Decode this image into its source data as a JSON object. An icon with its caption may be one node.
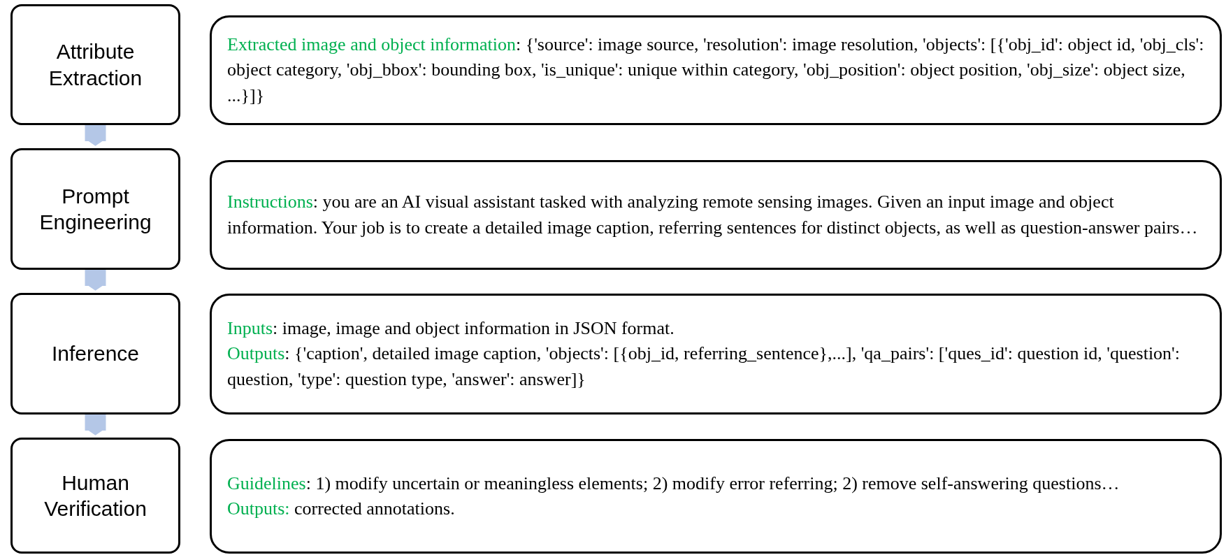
{
  "diagram": {
    "nodes": [
      {
        "text": [
          "Attribute Extraction"
        ]
      },
      {
        "text": [
          "Extracted image and object information",
          ": {'source': image source, 'resolution': image resolution, 'objects': [{'obj_id': object id, 'obj_cls': object category, 'obj_bbox': bounding box, 'is_unique': unique within category, 'obj_position': object position, 'obj_size': object size, ...}]}"
        ]
      },
      {
        "text": [
          "Prompt Engineering"
        ]
      },
      {
        "text": [
          "Instructions",
          ": you are an AI visual assistant tasked with analyzing remote sensing images. Given an input image and object information. Your job is to create a detailed image caption, referring sentences for distinct objects, as well as question-answer pairs…"
        ]
      },
      {
        "text": [
          "Inference"
        ]
      },
      {
        "text": [
          "Inputs",
          ": image, image and object information in JSON format.",
          "Outputs",
          ": {'caption', detailed image caption, 'objects': [{obj_id, referring_sentence},...], 'qa_pairs': ['ques_id': question id, 'question': question, 'type': question type, 'answer': answer]}"
        ]
      },
      {
        "text": [
          "Human Verification"
        ]
      },
      {
        "text": [
          "Guidelines",
          ": 1) modify uncertain or meaningless elements; 2) modify error referring; 2) remove self-answering questions…",
          "Outputs:",
          " corrected annotations."
        ]
      }
    ],
    "edges": [
      {
        "from": 0,
        "to": 2,
        "arrow": "to"
      },
      {
        "from": 2,
        "to": 4,
        "arrow": "to"
      },
      {
        "from": 4,
        "to": 6,
        "arrow": "to"
      }
    ]
  }
}
